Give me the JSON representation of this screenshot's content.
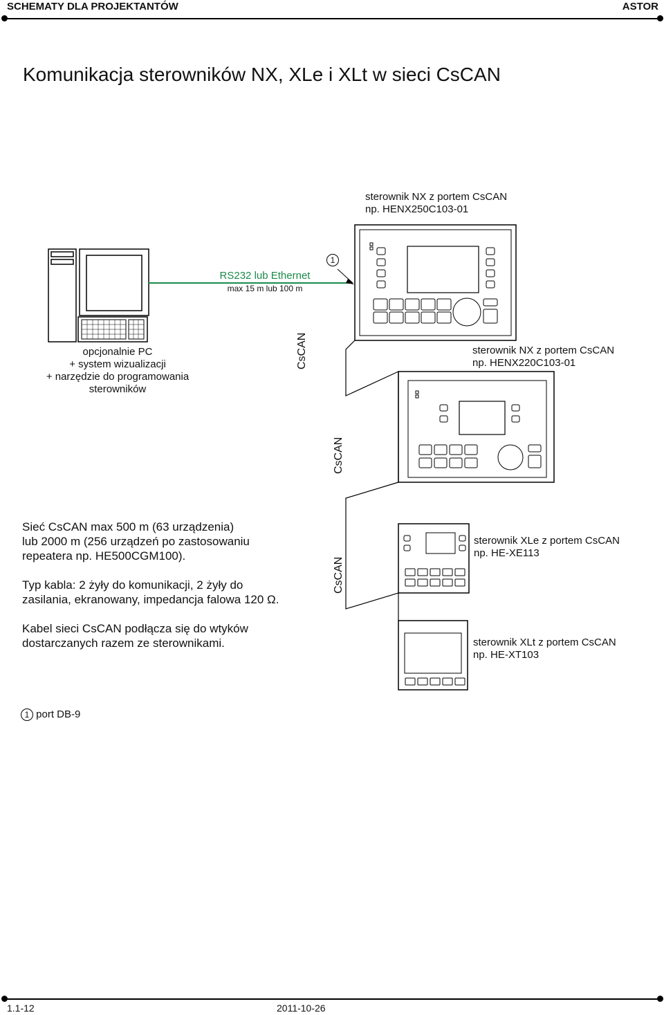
{
  "header": {
    "left": "SCHEMATY DLA PROJEKTANTÓW",
    "right": "ASTOR"
  },
  "title": "Komunikacja sterowników NX, XLe i XLt w sieci CsCAN",
  "nx250": {
    "line1": "sterownik NX z portem CsCAN",
    "line2": "np. HENX250C103-01"
  },
  "nx220": {
    "line1": "sterownik NX z portem CsCAN",
    "line2": "np. HENX220C103-01"
  },
  "xle": {
    "line1": "sterownik XLe z portem CsCAN",
    "line2": "np. HE-XE113"
  },
  "xlt": {
    "line1": "sterownik XLt z portem CsCAN",
    "line2": "np. HE-XT103"
  },
  "link": {
    "label": "RS232 lub Ethernet",
    "sub": "max 15 m lub 100 m",
    "port_marker": "1",
    "color": "#1a8a4a"
  },
  "pc": {
    "line1": "opcjonalnie PC",
    "line2": "+ system wizualizacji",
    "line3": "+ narzędzie do programowania",
    "line4": "sterowników"
  },
  "bus_label": "CsCAN",
  "notes": {
    "p1_l1": "Sieć CsCAN max 500 m (63 urządzenia)",
    "p1_l2": "lub 2000 m (256 urządzeń po zastosowaniu",
    "p1_l3": "repeatera np. HE500CGM100).",
    "p2_l1": "Typ kabla: 2 żyły do komunikacji, 2 żyły do",
    "p2_l2": "zasilania, ekranowany, impedancja falowa 120 Ω.",
    "p3_l1": "Kabel sieci CsCAN podłącza się do wtyków",
    "p3_l2": "dostarczanych razem ze sterownikami."
  },
  "legend": {
    "marker": "1",
    "text": "port DB-9"
  },
  "footer": {
    "left": "1.1-12",
    "right": "2011-10-26"
  }
}
